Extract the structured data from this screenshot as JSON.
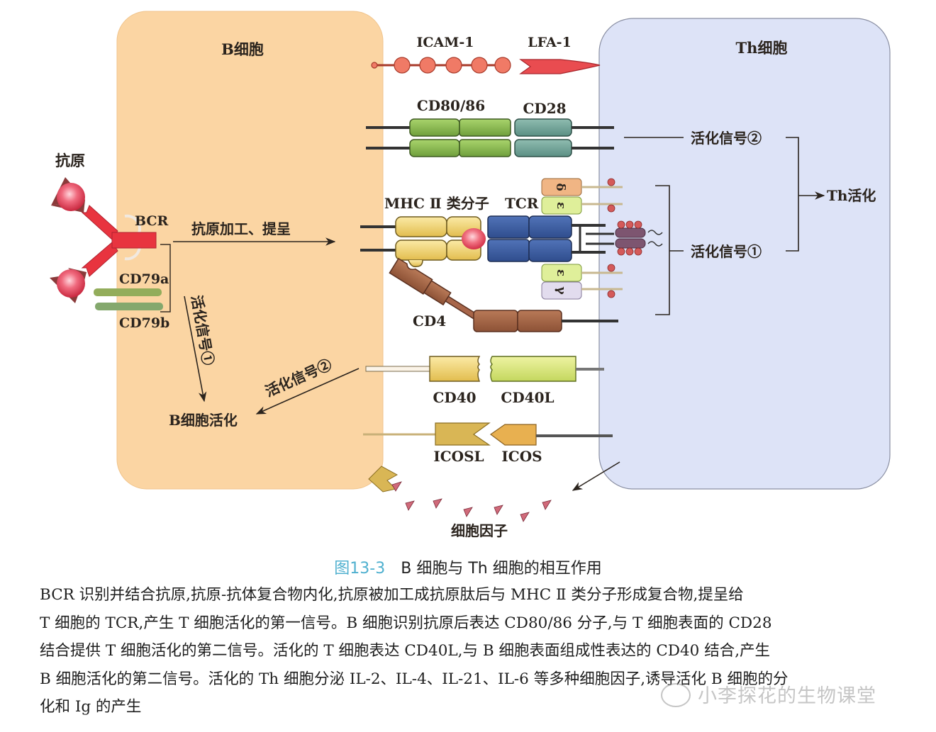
{
  "diagram": {
    "b_cell": {
      "title": "B细胞",
      "fill": "#fbd5a3"
    },
    "th_cell": {
      "title": "Th细胞",
      "fill": "#dde3f7"
    },
    "antigen_label": "抗原",
    "bcr_label": "BCR",
    "cd79a_label": "CD79a",
    "cd79b_label": "CD79b",
    "processing_label": "抗原加工、提呈",
    "b_signal1_label": "活化信号①",
    "b_signal2_label": "活化信号②",
    "b_activation_label": "B细胞活化",
    "icam_label": "ICAM-1",
    "lfa_label": "LFA-1",
    "cd80_label": "CD80/86",
    "cd28_label": "CD28",
    "mhc_label": "MHC Ⅱ 类分子",
    "tcr_label": "TCR",
    "cd3_chains": {
      "delta": "δ",
      "epsilon1": "ε",
      "epsilon2": "ε",
      "gamma": "γ"
    },
    "cd4_label": "CD4",
    "th_signal2_label": "活化信号②",
    "th_signal1_label": "活化信号①",
    "th_activation_label": "Th活化",
    "cd40_label": "CD40",
    "cd40l_label": "CD40L",
    "icosl_label": "ICOSL",
    "icos_label": "ICOS",
    "cytokine_label": "细胞因子",
    "colors": {
      "antigen": "#e0455a",
      "bcr": "#e8343f",
      "icam": "#f07a66",
      "cd80": "#8fc05a",
      "cd28": "#6fa79b",
      "mhc": "#f0d57a",
      "tcr": "#3c5fa3",
      "cd4": "#a8664a",
      "cd40": "#f2d67a",
      "cd40l": "#d7e783",
      "icosl": "#d9b655",
      "icos": "#e8b050",
      "cytokine": "#d06a7a"
    }
  },
  "caption": {
    "figure_number": "图13-3",
    "title": "B 细胞与 Th 细胞的相互作用"
  },
  "body_text": [
    "BCR 识别并结合抗原,抗原-抗体复合物内化,抗原被加工成抗原肽后与 MHC Ⅱ 类分子形成复合物,提呈给",
    "T 细胞的 TCR,产生 T 细胞活化的第一信号。B 细胞识别抗原后表达 CD80/86 分子,与 T 细胞表面的 CD28",
    "结合提供 T 细胞活化的第二信号。活化的 T 细胞表达 CD40L,与 B 细胞表面组成性表达的 CD40 结合,产生",
    "B 细胞活化的第二信号。活化的 Th 细胞分泌 IL-2、IL-4、IL-21、IL-6 等多种细胞因子,诱导活化 B 细胞的分",
    "化和 Ig 的产生"
  ],
  "watermark": "小李探花的生物课堂"
}
